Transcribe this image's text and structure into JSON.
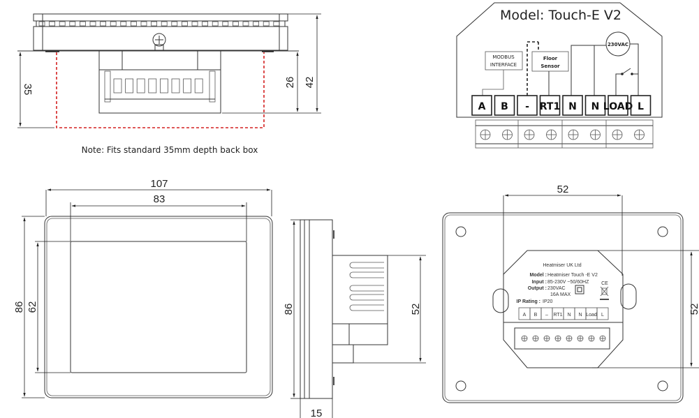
{
  "top_view": {
    "note": "Note: Fits standard 35mm depth back box",
    "dims": {
      "backbox_depth": "35",
      "body_depth": "26",
      "total_depth": "42"
    }
  },
  "wiring": {
    "title": "Model: Touch-E V2",
    "modbus_label_1": "MODBUS",
    "modbus_label_2": "INTERFACE",
    "floor_label_1": "Floor",
    "floor_label_2": "Sensor",
    "supply_label": "230VAC",
    "terminals": [
      "A",
      "B",
      "-",
      "RT1",
      "N",
      "N",
      "LOAD",
      "L"
    ]
  },
  "front_view": {
    "dims": {
      "width": "107",
      "screen_width": "83",
      "height": "86",
      "screen_height": "62"
    }
  },
  "side_view": {
    "dims": {
      "height": "86",
      "body_height": "52",
      "depth": "15"
    }
  },
  "rear_view": {
    "dims": {
      "body_width": "52",
      "body_height": "52"
    },
    "label": {
      "maker": "Heatmiser UK Ltd",
      "model_key": "Model :",
      "model_val": "Heatmiser Touch -E V2",
      "input_key": "Input :",
      "input_val": "85-230V ~50/60HZ",
      "output_key": "Output :",
      "output_val_1": "230VAC",
      "output_val_2": "16A MAX",
      "ip_key": "IP Rating :",
      "ip_val": "IP20",
      "ce_mark": "CE"
    },
    "terminals": [
      "A",
      "B",
      "–",
      "RT1",
      "N",
      "N",
      "Load",
      "L"
    ]
  }
}
